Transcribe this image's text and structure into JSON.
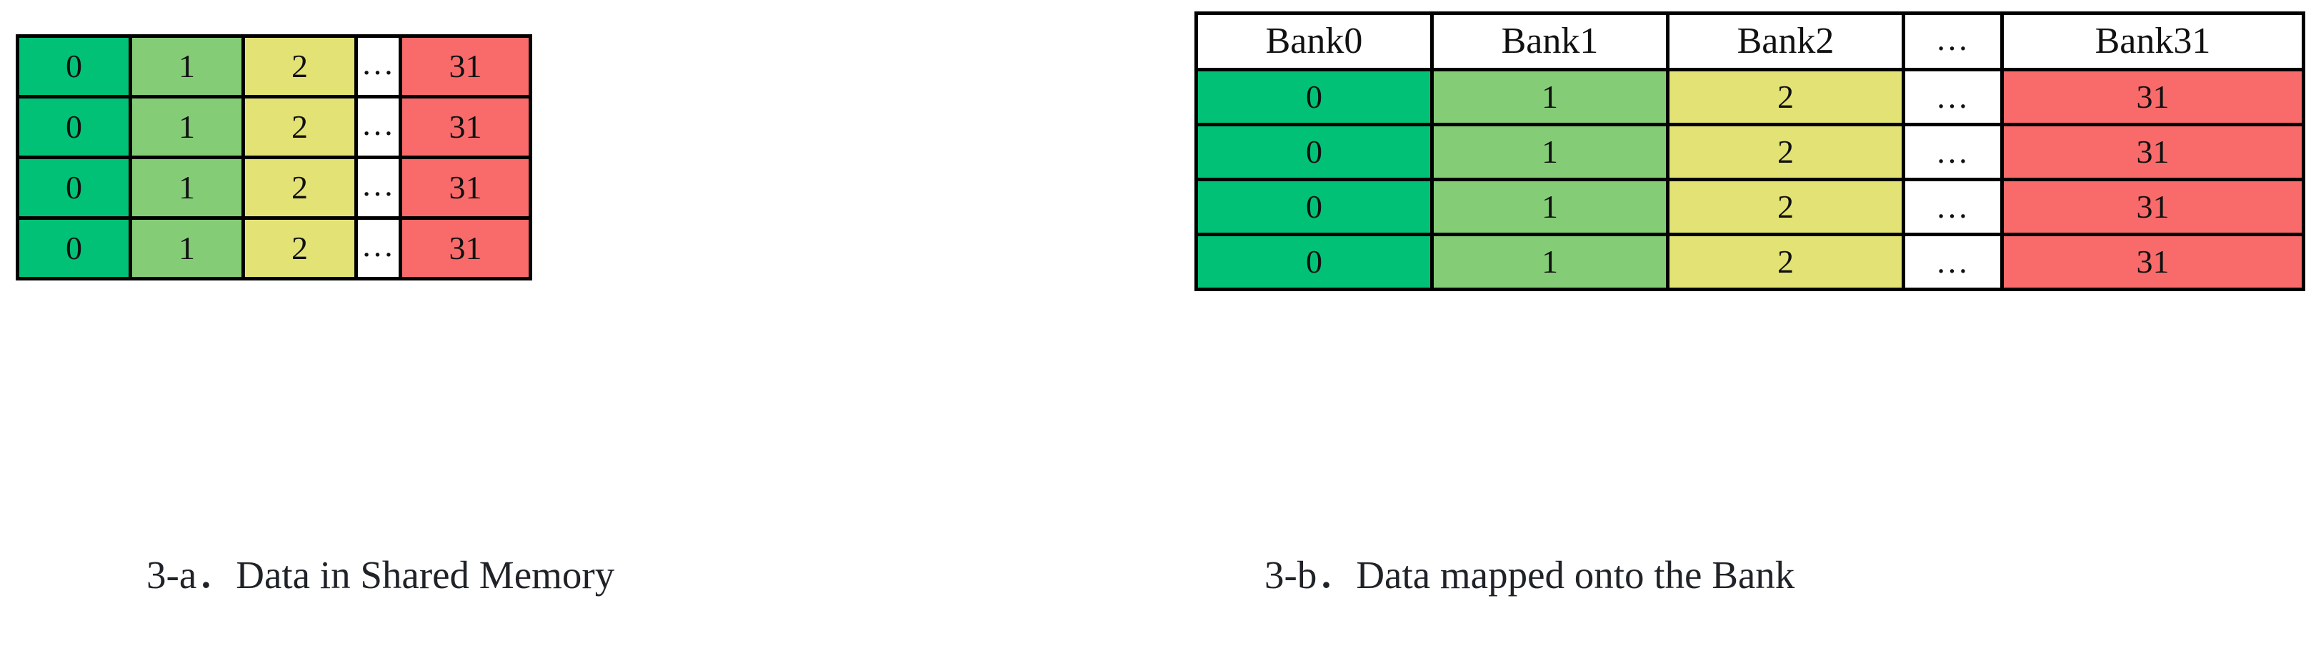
{
  "figure": {
    "panel_a": {
      "caption": "3-a．Data in Shared Memory",
      "columns": [
        "0",
        "1",
        "2",
        "…",
        "31"
      ],
      "column_colors": [
        "#00c176",
        "#85cc77",
        "#e3e275",
        "#ffffff",
        "#f96a6a"
      ],
      "rows": [
        [
          "0",
          "1",
          "2",
          "…",
          "31"
        ],
        [
          "0",
          "1",
          "2",
          "…",
          "31"
        ],
        [
          "0",
          "1",
          "2",
          "…",
          "31"
        ],
        [
          "0",
          "1",
          "2",
          "…",
          "31"
        ]
      ]
    },
    "panel_b": {
      "caption": "3-b．Data mapped onto the Bank",
      "headers": [
        "Bank0",
        "Bank1",
        "Bank2",
        "…",
        "Bank31"
      ],
      "column_colors": [
        "#00c176",
        "#85cc77",
        "#e3e275",
        "#ffffff",
        "#f96a6a"
      ],
      "rows": [
        [
          "0",
          "1",
          "2",
          "…",
          "31"
        ],
        [
          "0",
          "1",
          "2",
          "…",
          "31"
        ],
        [
          "0",
          "1",
          "2",
          "…",
          "31"
        ],
        [
          "0",
          "1",
          "2",
          "…",
          "31"
        ]
      ]
    }
  },
  "chart_data": {
    "type": "table",
    "title": "Shared memory data and its mapping onto banks",
    "panels": [
      {
        "id": "3-a",
        "title": "3-a．Data in Shared Memory",
        "has_header_row": false,
        "columns": [
          "0",
          "1",
          "2",
          "…",
          "31"
        ],
        "values": [
          [
            "0",
            "1",
            "2",
            "…",
            "31"
          ],
          [
            "0",
            "1",
            "2",
            "…",
            "31"
          ],
          [
            "0",
            "1",
            "2",
            "…",
            "31"
          ],
          [
            "0",
            "1",
            "2",
            "…",
            "31"
          ]
        ],
        "column_colors": [
          "#00c176",
          "#85cc77",
          "#e3e275",
          "#ffffff",
          "#f96a6a"
        ]
      },
      {
        "id": "3-b",
        "title": "3-b．Data mapped onto the Bank",
        "has_header_row": true,
        "columns": [
          "Bank0",
          "Bank1",
          "Bank2",
          "…",
          "Bank31"
        ],
        "values": [
          [
            "0",
            "1",
            "2",
            "…",
            "31"
          ],
          [
            "0",
            "1",
            "2",
            "…",
            "31"
          ],
          [
            "0",
            "1",
            "2",
            "…",
            "31"
          ],
          [
            "0",
            "1",
            "2",
            "…",
            "31"
          ]
        ],
        "column_colors": [
          "#00c176",
          "#85cc77",
          "#e3e275",
          "#ffffff",
          "#f96a6a"
        ]
      }
    ],
    "grid": true,
    "legend": "none"
  }
}
